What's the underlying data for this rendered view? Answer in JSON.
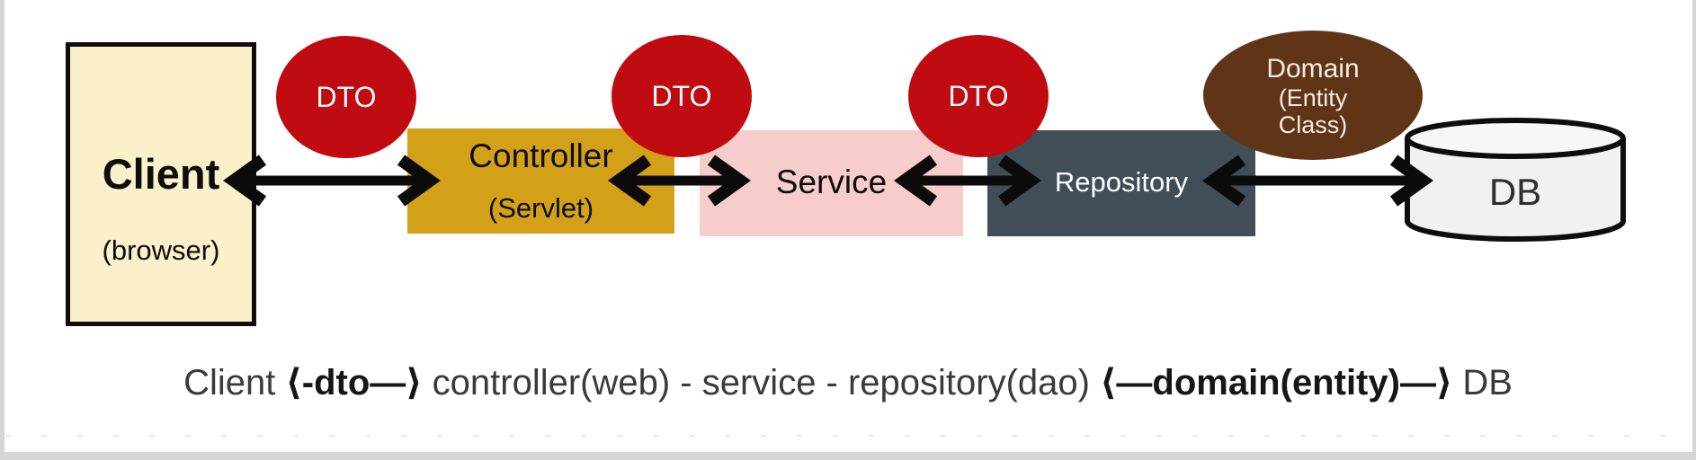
{
  "window": {
    "background": "#ffffff",
    "frame_color": "#d5d5d5"
  },
  "diagram": {
    "nodes": {
      "client": {
        "title": "Client",
        "subtitle": "(browser)",
        "fill": "#fbf0c9",
        "border": "#0d0d0d"
      },
      "controller": {
        "title": "Controller",
        "subtitle": "(Servlet)",
        "fill": "#d3a118"
      },
      "service": {
        "title": "Service",
        "fill": "#f7cdcb"
      },
      "repository": {
        "title": "Repository",
        "fill": "#414e57",
        "text_color": "#ffffff"
      },
      "db": {
        "title": "DB",
        "fill": "#f1f1f1",
        "stroke": "#0d0d0d"
      }
    },
    "badges": {
      "dto1": {
        "label": "DTO",
        "fill": "#c00b10",
        "text_color": "#ffffff"
      },
      "dto2": {
        "label": "DTO",
        "fill": "#c00b10",
        "text_color": "#ffffff"
      },
      "dto3": {
        "label": "DTO",
        "fill": "#c00b10",
        "text_color": "#ffffff"
      },
      "domain": {
        "line1": "Domain",
        "line2": "(Entity",
        "line3": "Class)",
        "fill": "#603517",
        "text_color": "#f6ece4"
      }
    },
    "arrow_color": "#0b0b0b"
  },
  "caption": {
    "seg1": "Client ",
    "seg2": "⟨-dto—⟩",
    "seg3": " controller(web) - service - repository(dao) ",
    "seg4": "⟨—domain(entity)—⟩",
    "seg5": " DB"
  }
}
